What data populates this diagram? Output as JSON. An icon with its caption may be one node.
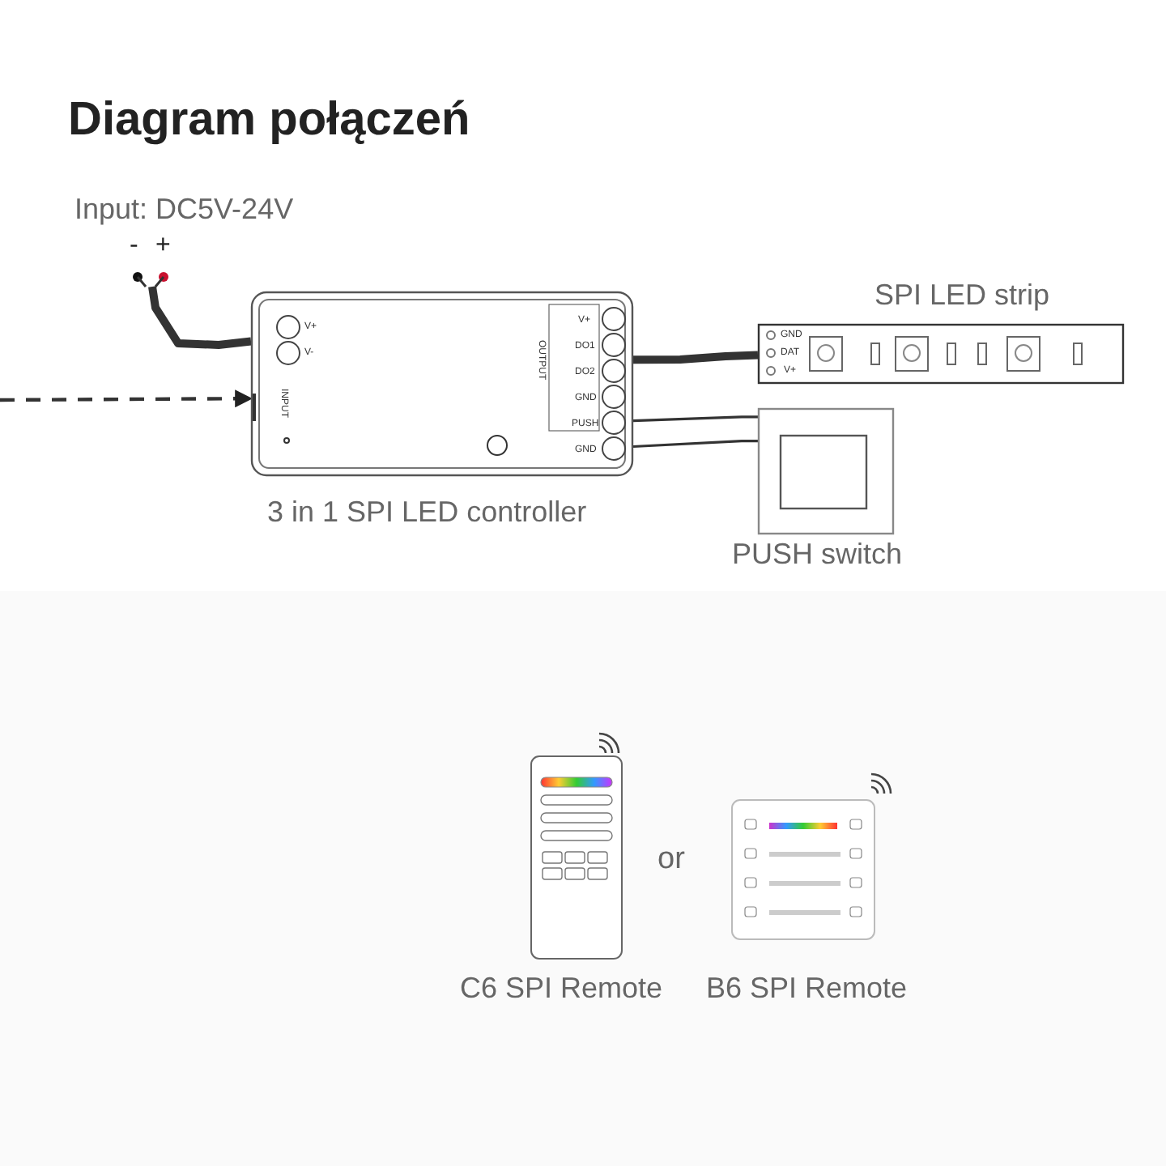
{
  "diagram": {
    "title": "Diagram połączeń",
    "nodes": [
      {
        "text": [],
        "shape": "picture",
        "beside": [
          "3 in 1 SPI LED controller"
        ]
      },
      {
        "text": [],
        "shape": "picture",
        "beside": [
          "SPI LED strip"
        ]
      },
      {
        "text": [],
        "shape": "box",
        "beside": [
          "PUSH switch"
        ]
      },
      {
        "text": [],
        "shape": "picture",
        "beside": [
          "Input: DC5V-24V",
          "-",
          "+"
        ]
      },
      {
        "text": [],
        "shape": "picture",
        "beside": [
          "C6 SPI Remote"
        ]
      },
      {
        "text": [],
        "shape": "picture",
        "beside": [
          "B6 SPI Remote"
        ]
      }
    ],
    "edges": [
      {
        "from": 3,
        "to": 0,
        "arrow": "none",
        "style": "thick"
      },
      {
        "from": 0,
        "to": 1,
        "arrow": "none",
        "style": "thick"
      },
      {
        "from": 0,
        "to": 2,
        "arrow": "none"
      },
      {
        "from": 0,
        "to": 2,
        "arrow": "none"
      },
      {
        "from": null,
        "to": 0,
        "arrow": "to",
        "style": "dashed"
      }
    ],
    "labels": [
      "V+",
      "V-",
      "INPUT",
      "OUTPUT",
      "V+",
      "DO1",
      "DO2",
      "GND",
      "PUSH",
      "GND",
      "GND",
      "DAT",
      "V+",
      "or"
    ]
  }
}
